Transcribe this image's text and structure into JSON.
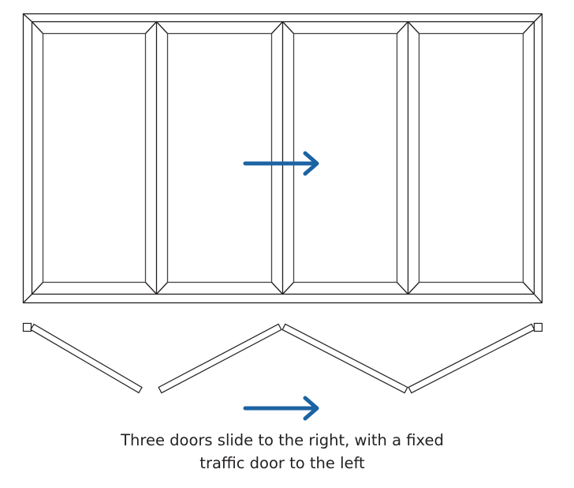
{
  "caption": {
    "line1": "Three doors slide to the right, with a fixed",
    "line2": "traffic door to the left"
  },
  "colors": {
    "arrow": "#1b63a3",
    "line": "#231f20"
  },
  "diagram": {
    "panel_count": 4,
    "elevation_arrow_direction": "right",
    "plan_arrow_direction": "right"
  }
}
